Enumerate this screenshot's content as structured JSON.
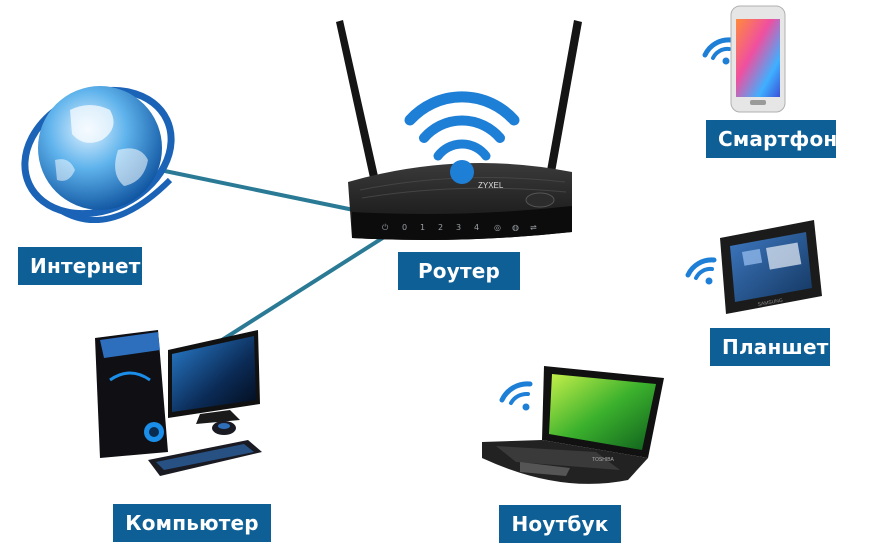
{
  "labels": {
    "internet": "Интернет",
    "router": "Роутер",
    "smartphone": "Смартфон",
    "tablet": "Планшет",
    "computer": "Компьютер",
    "laptop": "Ноутбук"
  },
  "router_brand": "ZYXEL",
  "tablet_brand": "SAMSUNG",
  "laptop_brand": "TOSHIBA",
  "router_leds": [
    "⏻",
    "0",
    "1",
    "2",
    "3",
    "4",
    "◎",
    "◍",
    "⇌"
  ],
  "colors": {
    "label_bg": "#0d5f95",
    "label_text": "#ffffff",
    "connection_line": "#2a7a96",
    "wifi_blue": "#1e7fd6",
    "router_body": "#1a1a1a"
  }
}
